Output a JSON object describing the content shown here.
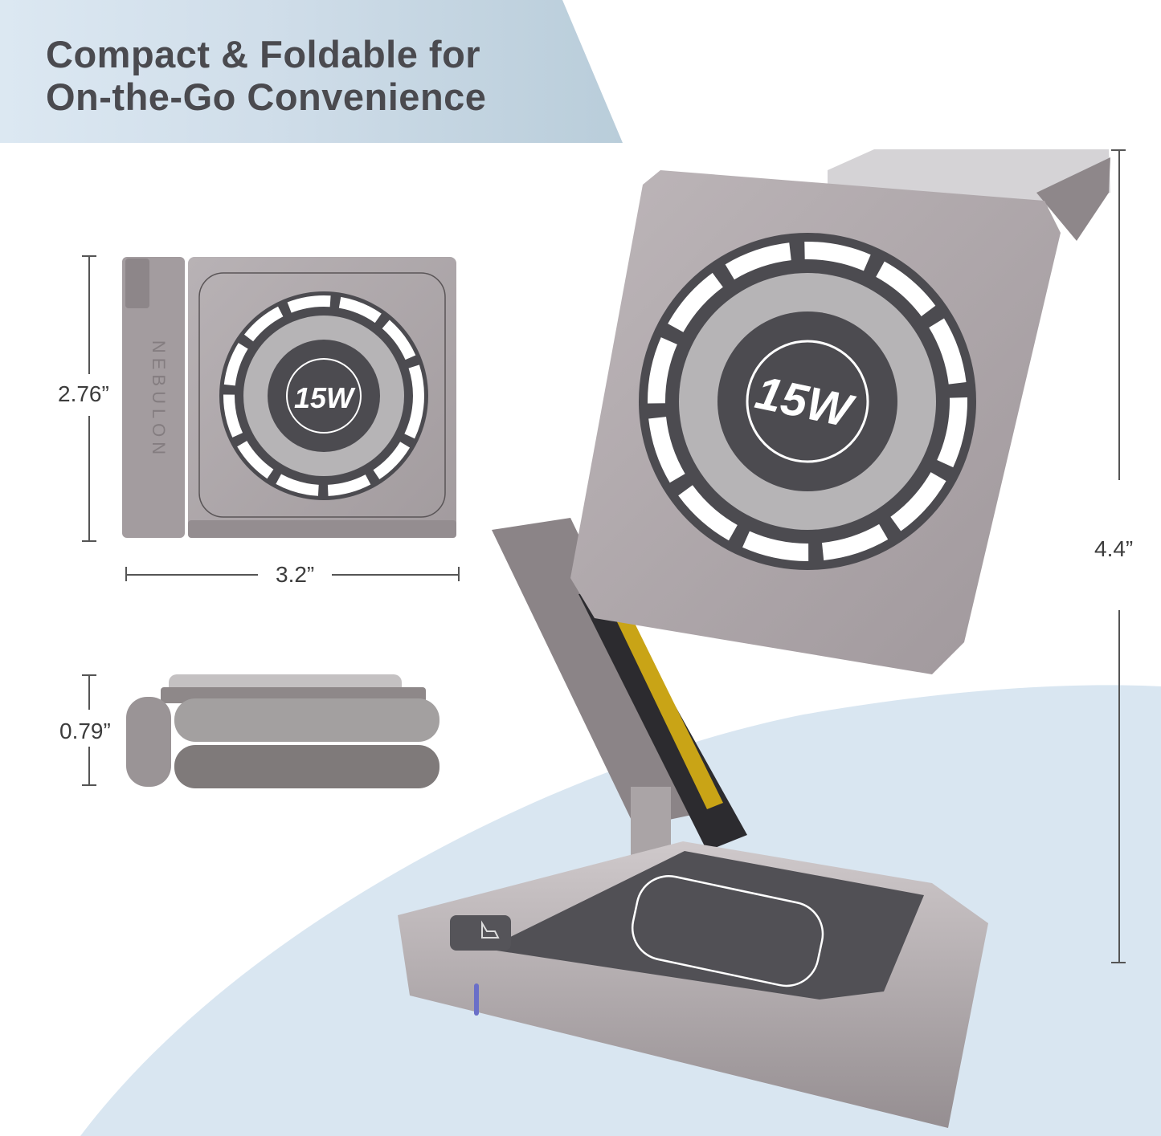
{
  "headline": {
    "line1": "Compact & Foldable for",
    "line2": "On-the-Go Convenience"
  },
  "dimensions": {
    "folded_height": "2.76”",
    "folded_width": "3.2”",
    "folded_thickness": "0.79”",
    "unfolded_height": "4.4”"
  },
  "product": {
    "brand": "NEBULON",
    "power_badge": "15W"
  },
  "colors": {
    "headline_text": "#4a4a4f",
    "banner_bg": "#cfdde9",
    "wave_bg": "#d9e6f1",
    "metal": "#a7a0a3",
    "pad_dark": "#4e4d52",
    "accent_yellow": "#c9a416"
  }
}
